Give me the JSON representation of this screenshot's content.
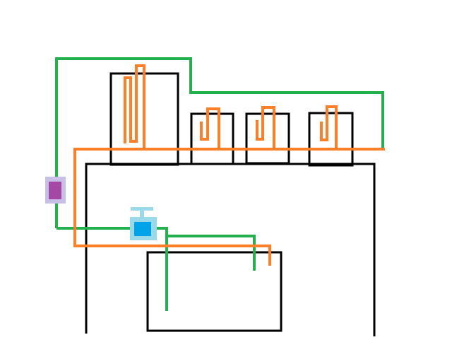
{
  "diagram": {
    "background": "#ffffff",
    "colors": {
      "outline": "#000000",
      "green_pipe": "#22b14c",
      "orange_pipe": "#ff7f27",
      "pump_body": "#a349a4",
      "pump_halo": "#c8bfe7",
      "valve_body": "#00a2e8",
      "valve_halo": "#99d9ea"
    },
    "components": {
      "tall_tank": "tall-tank",
      "small_tanks": [
        "small-tank-1",
        "small-tank-2",
        "small-tank-3"
      ],
      "main_enclosure": "main-enclosure",
      "lower_tank": "lower-tank",
      "pump": "pump-icon",
      "valve": "valve-icon"
    }
  }
}
